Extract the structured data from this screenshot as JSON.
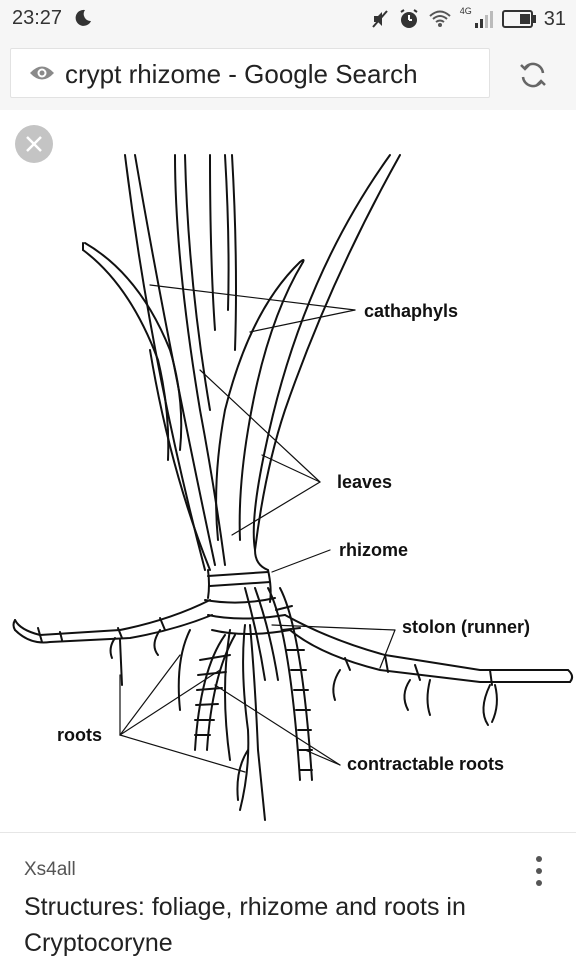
{
  "status_bar": {
    "time": "23:27",
    "battery_level": "31",
    "network": "4G"
  },
  "url_bar": {
    "text": "crypt rhizome - Google Search"
  },
  "diagram": {
    "labels": {
      "cathaphyls": "cathaphyls",
      "leaves": "leaves",
      "rhizome": "rhizome",
      "stolon": "stolon (runner)",
      "roots": "roots",
      "contractable_roots": "contractable roots"
    }
  },
  "caption": {
    "source": "Xs4all",
    "title": "Structures: foliage, rhizome and roots in Cryptocoryne"
  },
  "colors": {
    "accent": "#c4c4c4",
    "background": "#f6f6f6"
  }
}
